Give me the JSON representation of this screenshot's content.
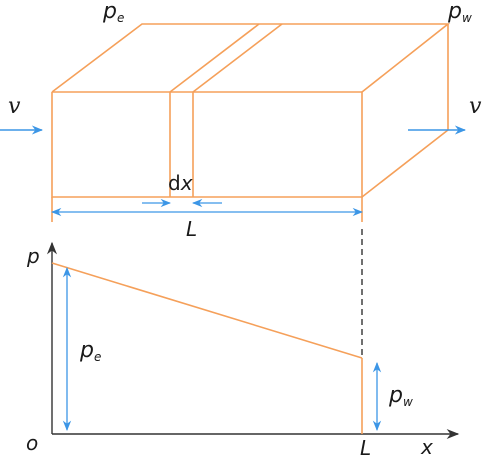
{
  "block": {
    "inlet_pressure": {
      "symbol": "p",
      "subscript": "e"
    },
    "outlet_pressure": {
      "symbol": "p",
      "subscript": "w"
    },
    "velocity_in": "v",
    "velocity_out": "v",
    "element_width": {
      "prefix": "d",
      "var": "x"
    },
    "length": "L"
  },
  "graph": {
    "y_axis": "p",
    "x_axis": "x",
    "origin": "o",
    "x_end": "L",
    "left_pressure": {
      "symbol": "p",
      "subscript": "e"
    },
    "right_pressure": {
      "symbol": "p",
      "subscript": "w"
    }
  },
  "colors": {
    "block": "#f5a05a",
    "dimension": "#3c96e6",
    "axis": "#333333",
    "dashed": "#333333"
  }
}
